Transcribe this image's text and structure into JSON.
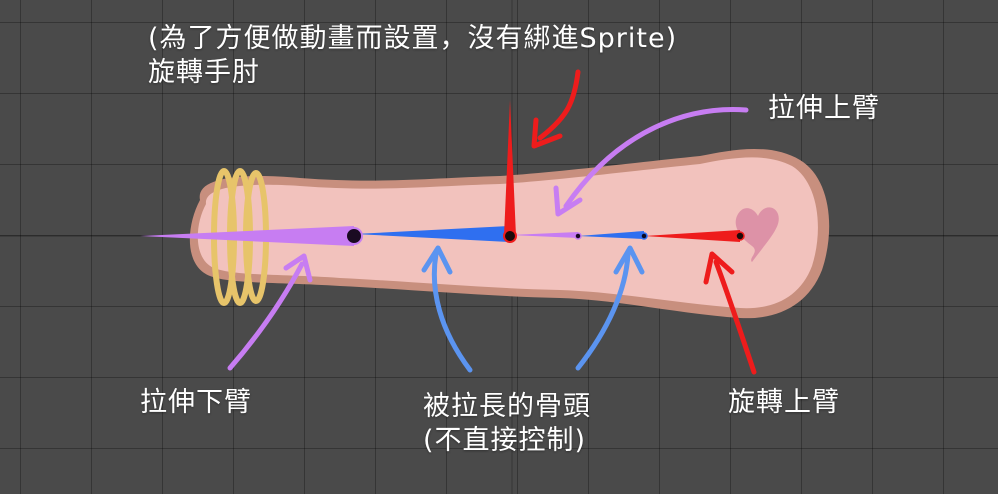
{
  "labels": {
    "elbow": [
      "(為了方便做動畫而設置，沒有綁進Sprite)",
      "旋轉手肘"
    ],
    "upper_arm_stretch": "拉伸上臂",
    "lower_arm_stretch": "拉伸下臂",
    "stretched_bones": [
      "被拉長的骨頭",
      "(不直接控制)"
    ],
    "upper_arm_rotate": "旋轉上臂"
  },
  "colors": {
    "background": "#4a4a4a",
    "arm_fill": "#f2c2bd",
    "arm_outline": "#c88f7e",
    "bracelet": "#e7c46a",
    "heart": "#d98aa3",
    "bone_purple": "#c77df2",
    "bone_blue": "#2f6ff0",
    "bone_red": "#ee1c1c",
    "arrow_purple": "#c77df2",
    "arrow_blue": "#5b94f0",
    "arrow_red": "#ee1c1c",
    "text": "#ffffff"
  }
}
